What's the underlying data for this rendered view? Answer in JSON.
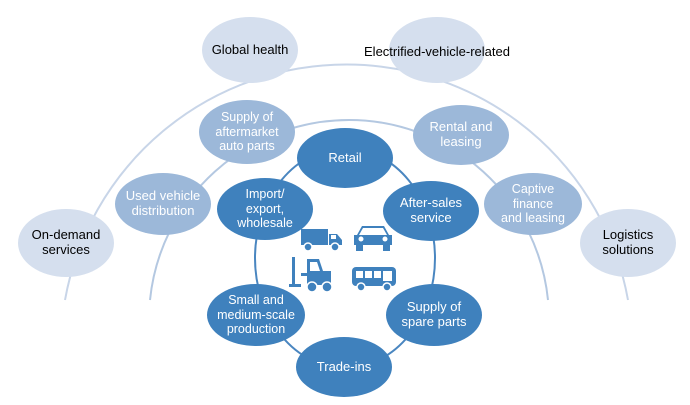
{
  "outer_ring": {
    "global_health": "Global health",
    "electrified_vehicle": "Electrified-vehicle-related",
    "on_demand": "On-demand\nservices",
    "logistics": "Logistics\nsolutions"
  },
  "middle_ring": {
    "aftermarket": "Supply of\naftermarket\nauto parts",
    "rental": "Rental and\nleasing",
    "used_vehicle": "Used vehicle\ndistribution",
    "captive_finance": "Captive\nfinance\nand leasing"
  },
  "inner_ring": {
    "retail": "Retail",
    "import_export": "Import/\nexport,\nwholesale",
    "after_sales": "After-sales\nservice",
    "small_medium": "Small and\nmedium-scale\nproduction",
    "spare_parts": "Supply of\nspare parts",
    "trade_ins": "Trade-ins"
  },
  "icons": {
    "truck": "truck-icon",
    "car": "car-icon",
    "forklift": "forklift-icon",
    "bus": "bus-icon"
  },
  "colors": {
    "outer": "#d5dfee",
    "middle": "#9cb8d9",
    "inner": "#3f81bd",
    "arc_outer": "#c8d5e8",
    "arc_middle": "#b4c8e1",
    "arc_inner": "#4a86c0"
  }
}
